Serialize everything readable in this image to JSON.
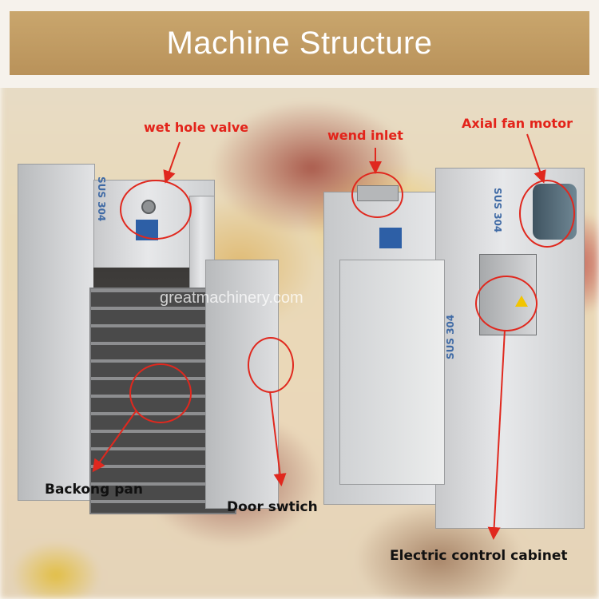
{
  "title": "Machine Structure",
  "watermark": "greatmachinery.com",
  "labels": {
    "wet_hole_valve": "wet hole valve",
    "wend_inlet": "wend inlet",
    "axial_fan_motor": "Axial fan motor",
    "backong_pan": "Backong pan",
    "door_swtich": "Door swtich",
    "electric_control_cabinet": "Electric control cabinet"
  },
  "machine_text": {
    "sus_left": "SUS 304",
    "sus_right_1": "SUS 304",
    "sus_right_2": "SUS 304"
  },
  "colors": {
    "banner": "#c09a62",
    "annotation": "#e0281e",
    "label_black": "#111111"
  }
}
